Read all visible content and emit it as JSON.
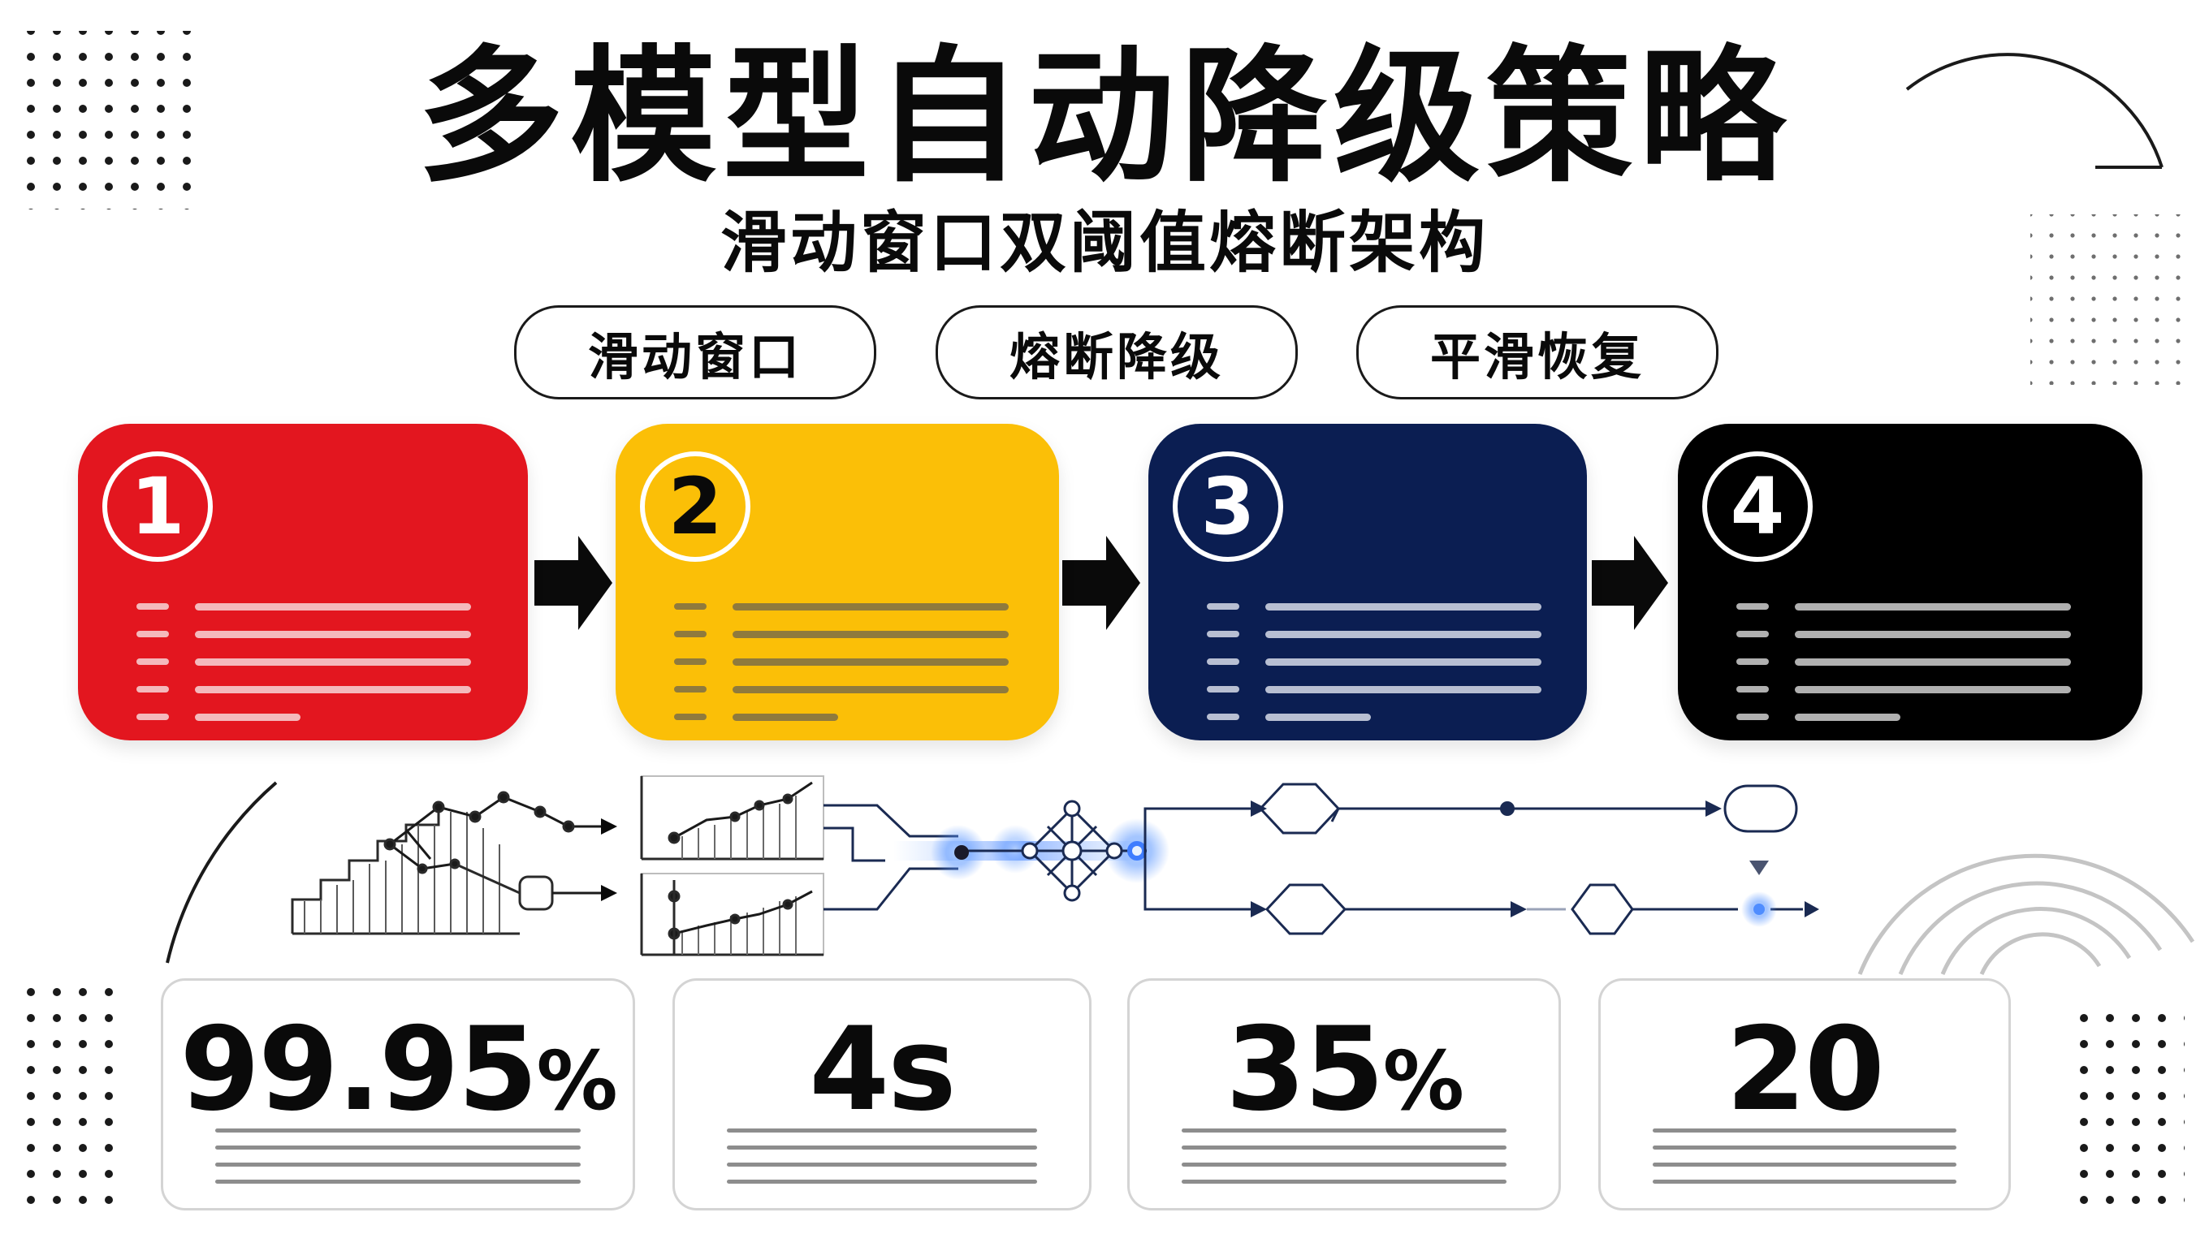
{
  "title": "多模型自动降级策略",
  "subtitle": "滑动窗口双阈值熔断架构",
  "pills": [
    "滑动窗口",
    "熔断降级",
    "平滑恢复"
  ],
  "steps": [
    {
      "number": "1",
      "color": "#e3161f",
      "line_color": "#f4b9bc"
    },
    {
      "number": "2",
      "color": "#fbbf07",
      "line_color": "#8f7a3d"
    },
    {
      "number": "3",
      "color": "#0b1e52",
      "line_color": "#b8bfd2"
    },
    {
      "number": "4",
      "color": "#000000",
      "line_color": "#b0b0b0"
    }
  ],
  "metrics": [
    {
      "value": "99.95",
      "unit": "%"
    },
    {
      "value": "4s",
      "unit": ""
    },
    {
      "value": "35",
      "unit": "%"
    },
    {
      "value": "20",
      "unit": ""
    }
  ],
  "colors": {
    "text": "#0a0a0a",
    "flow_line": "#1a2a52",
    "glow": "#4f8dff",
    "arrow": "#0a0a0a"
  },
  "icons": [
    "dot-grid-icon",
    "arc-icon",
    "step-chart-icon",
    "line-chart-icon",
    "network-node-icon",
    "circuit-flow-icon",
    "concentric-arcs-icon",
    "arrow-right-icon"
  ]
}
